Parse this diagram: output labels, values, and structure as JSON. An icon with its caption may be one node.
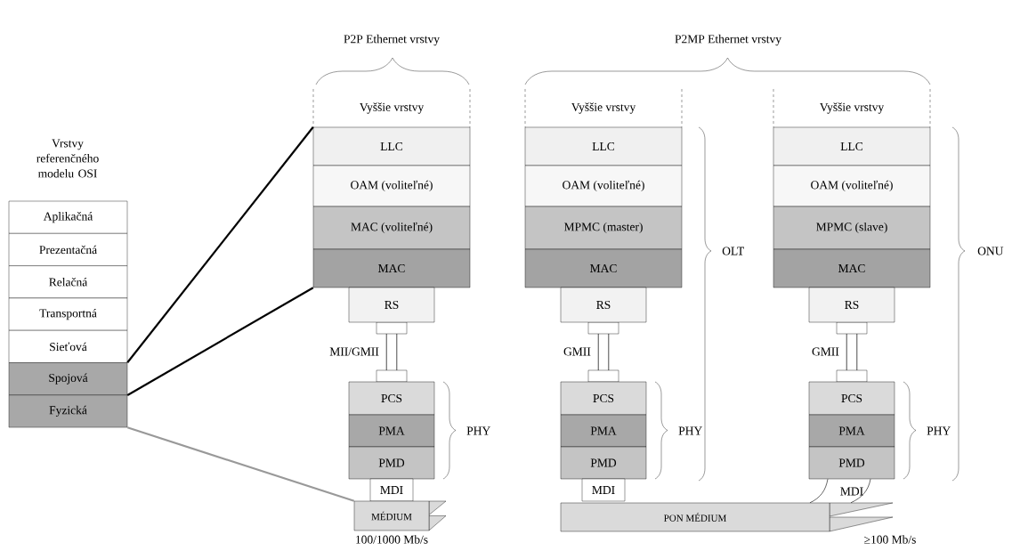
{
  "diagram": {
    "nodes": [
      {
        "text": [
          "Aplikačná"
        ]
      },
      {
        "text": [
          "Prezentačná"
        ]
      },
      {
        "text": [
          "Relačná"
        ]
      },
      {
        "text": [
          "Transportná"
        ]
      },
      {
        "text": [
          "Sieťová"
        ]
      },
      {
        "text": [
          "Spojová"
        ]
      },
      {
        "text": [
          "Fyzická"
        ]
      },
      {
        "text": [
          "Vyššie vrstvy"
        ]
      },
      {
        "text": [
          "LLC"
        ]
      },
      {
        "text": [
          "OAM (voliteľné)"
        ]
      },
      {
        "text": [
          "MAC (voliteľné)"
        ]
      },
      {
        "text": [
          "MAC"
        ]
      },
      {
        "text": [
          "RS"
        ]
      },
      {
        "text": [
          "PCS"
        ]
      },
      {
        "text": [
          "PMA"
        ]
      },
      {
        "text": [
          "PMD"
        ]
      },
      {
        "text": [
          "MDI"
        ]
      },
      {
        "text": [
          "MÉDIUM"
        ]
      },
      {
        "text": [
          "Vyššie vrstvy"
        ]
      },
      {
        "text": [
          "LLC"
        ]
      },
      {
        "text": [
          "OAM (voliteľné)"
        ]
      },
      {
        "text": [
          "MPMC (master)"
        ]
      },
      {
        "text": [
          "MAC"
        ]
      },
      {
        "text": [
          "RS"
        ]
      },
      {
        "text": [
          "PCS"
        ]
      },
      {
        "text": [
          "PMA"
        ]
      },
      {
        "text": [
          "PMD"
        ]
      },
      {
        "text": [
          "MDI"
        ]
      },
      {
        "text": [
          "Vyššie vrstvy"
        ]
      },
      {
        "text": [
          "LLC"
        ]
      },
      {
        "text": [
          "OAM (voliteľné)"
        ]
      },
      {
        "text": [
          "MPMC (slave)"
        ]
      },
      {
        "text": [
          "MAC"
        ]
      },
      {
        "text": [
          "RS"
        ]
      },
      {
        "text": [
          "PCS"
        ]
      },
      {
        "text": [
          "PMA"
        ]
      },
      {
        "text": [
          "PMD"
        ]
      },
      {
        "text": [
          "PON MÉDIUM"
        ]
      }
    ],
    "edges": [
      {
        "from": 5,
        "to": 8,
        "arrow": "none"
      },
      {
        "from": 5,
        "to": 11,
        "arrow": "none"
      },
      {
        "from": 6,
        "to": 17,
        "arrow": "none",
        "color": "#999999"
      },
      {
        "from": 36,
        "to": 37,
        "arrow": "none"
      },
      {
        "from": 36,
        "to": 37,
        "arrow": "none"
      }
    ],
    "labels": [
      "P2P Ethernet vrstvy",
      "P2MP Ethernet vrstvy",
      "Vrstvy referenčného modelu OSI",
      "OLT",
      "ONU",
      "MII/GMII",
      "GMII",
      "GMII",
      "PHY",
      "PHY",
      "PHY",
      "MDI",
      "100/1000 Mb/s",
      "≥100 Mb/s"
    ]
  }
}
